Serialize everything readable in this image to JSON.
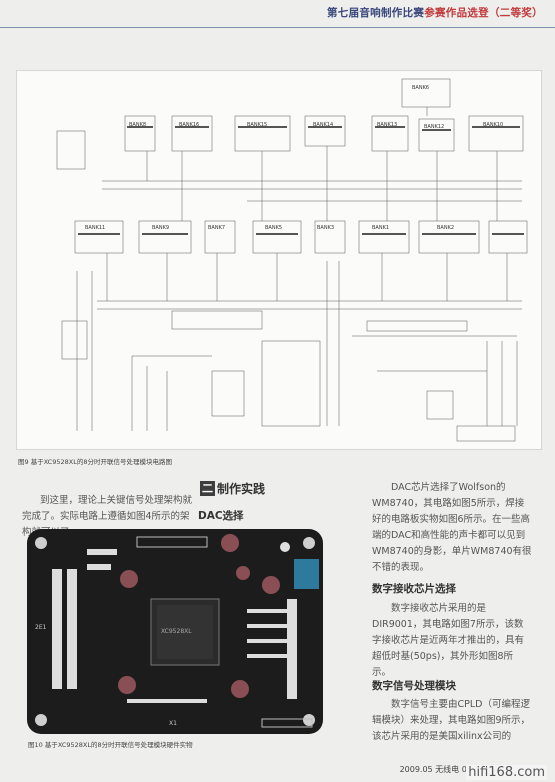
{
  "header": {
    "title_prefix": "第七届音响制作比赛",
    "title_highlight": "参赛作品选登（二等奖）"
  },
  "schematic": {
    "banks_top": [
      "BANK8",
      "BANK16",
      "BANK15",
      "BANK14",
      "BANK13",
      "BANK12",
      "BANK10",
      "BANK6"
    ],
    "banks_bottom": [
      "BANK11",
      "BANK9",
      "BANK7",
      "BANK5",
      "BANK3",
      "BANK1",
      "BANK2"
    ]
  },
  "figure9_caption": "图9  基于XC9528XL的8分时开联信号处理模块电路图",
  "left_para": "到这里，理论上关键信号处理架构就完成了。实际电路上遵循如图4所示的架构就可以了。",
  "section": {
    "num": "二",
    "title": "制作实践"
  },
  "sub_dac": "DAC选择",
  "pcb": {
    "labels": [
      "XC9528XL",
      "2E1",
      "X1"
    ]
  },
  "figure10_caption": "图10  基于XC9528XL的8分时开联信号处理模块硬件实物",
  "right_para1": "DAC芯片选择了Wolfson的WM8740，其电路如图5所示，焊接好的电路板实物如图6所示。在一些高端的DAC和高性能的声卡都可以见到WM8740的身影，单片WM8740有很不错的表现。",
  "heading_receive": "数字接收芯片选择",
  "right_para2": "数字接收芯片采用的是DIR9001，其电路如图7所示，该数字接收芯片是近两年才推出的，具有超低时基(50ps)，其外形如图8所示。",
  "heading_process": "数字信号处理模块",
  "right_para3": "数字信号主要由CPLD（可编程逻辑模块）来处理，其电路如图9所示，该芯片采用的是美国xilinx公司的",
  "footer": "2009.05  无线电  027",
  "watermark": "hifi168.com"
}
